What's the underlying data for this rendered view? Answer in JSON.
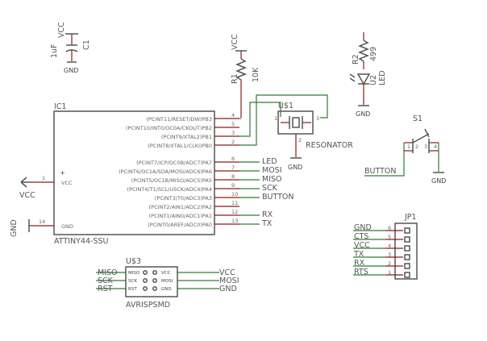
{
  "ic1": {
    "name": "IC1",
    "part": "ATTINY44-SSU",
    "left_pins": [
      {
        "num": "1",
        "label": "VCC"
      },
      {
        "num": "14",
        "label": "GND"
      }
    ],
    "right_pins": [
      {
        "label": "(PCINT11/RESET/DW)PB3",
        "num": "4"
      },
      {
        "label": "(PCINT10/INT0/OC0A/CKOUT)PB2",
        "num": "5"
      },
      {
        "label": "(PCINT9/XTAL2)PB1",
        "num": "3"
      },
      {
        "label": "(PCINT8/XTAL1/CLKI)PB0",
        "num": "2"
      },
      {
        "label": "(PCINT7/ICP/OC0B/ADC7)PA7",
        "num": "6"
      },
      {
        "label": "(PCINT6/OC1A/SDA/MOSI/ADC6)PA6",
        "num": "7"
      },
      {
        "label": "(PCINT5/OC1B/MISO/ADC5)PA5",
        "num": "8"
      },
      {
        "label": "(PCINT4/T1/SCL/USCK/ADC4)PA4",
        "num": "9"
      },
      {
        "label": "(PCINT3/T0/ADC3)PA3",
        "num": "10"
      },
      {
        "label": "(PCINT2/AIN1/ADC2)PA2",
        "num": "11"
      },
      {
        "label": "(PCINT1/AIN0/ADC1)PA1",
        "num": "12"
      },
      {
        "label": "(PCINT0/AREF/ADC0)PA0",
        "num": "13"
      }
    ],
    "net_labels": [
      "LED",
      "MOSI",
      "MISO",
      "SCK",
      "BUTTON",
      "RX",
      "TX"
    ],
    "vcc": "VCC",
    "gnd": "GND"
  },
  "c1": {
    "name": "C1",
    "value": "1uF",
    "vcc": "VCC",
    "gnd": "GND"
  },
  "r1": {
    "name": "R1",
    "value": "10K",
    "vcc": "VCC"
  },
  "r2": {
    "name": "R2",
    "value": "499"
  },
  "u2": {
    "name": "U2",
    "value": "LED",
    "gnd": "GND"
  },
  "u1": {
    "name": "U$1",
    "part": "RESONATOR",
    "pins": [
      "1",
      "2",
      "3"
    ],
    "gnd": "GND"
  },
  "s1": {
    "name": "S1",
    "pins": [
      "1",
      "2",
      "3",
      "4"
    ],
    "net": "BUTTON",
    "gnd": "GND"
  },
  "jp1": {
    "name": "JP1",
    "rows": [
      {
        "label": "GND",
        "num": "6"
      },
      {
        "label": "CTS",
        "num": "5"
      },
      {
        "label": "VCC",
        "num": "4"
      },
      {
        "label": "TX",
        "num": "3"
      },
      {
        "label": "RX",
        "num": "2"
      },
      {
        "label": "RTS",
        "num": "1"
      }
    ]
  },
  "u3": {
    "name": "U$3",
    "part": "AVRISPSMD",
    "left_nets": [
      "MISO",
      "SCK",
      "RST"
    ],
    "pad_labels_left": [
      "MISO",
      "SCK",
      "RST"
    ],
    "pad_labels_right": [
      "VCC",
      "MOSI",
      "GND"
    ],
    "right_nets": [
      "VCC",
      "MOSI",
      "GND"
    ]
  }
}
